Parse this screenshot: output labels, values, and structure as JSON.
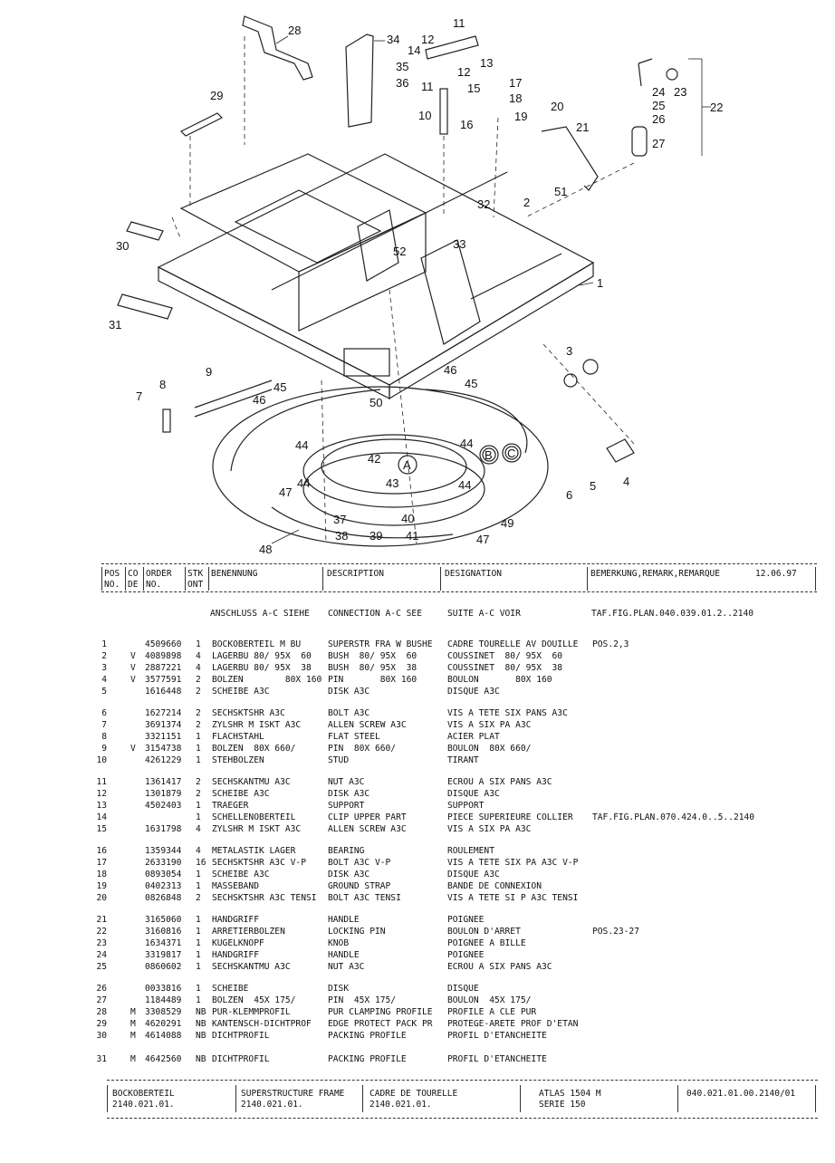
{
  "callouts": [
    "1",
    "2",
    "3",
    "4",
    "5",
    "6",
    "7",
    "8",
    "9",
    "10",
    "11",
    "12",
    "13",
    "14",
    "15",
    "16",
    "17",
    "18",
    "19",
    "20",
    "21",
    "22",
    "23",
    "24",
    "25",
    "26",
    "27",
    "28",
    "29",
    "30",
    "31",
    "32",
    "33",
    "34",
    "35",
    "36",
    "37",
    "38",
    "39",
    "40",
    "41",
    "42",
    "43",
    "44",
    "45",
    "46",
    "47",
    "48",
    "49",
    "50",
    "51",
    "52",
    "A",
    "B",
    "C"
  ],
  "header": {
    "pos": "POS",
    "no": "NO.",
    "co": "CO",
    "de": "DE",
    "order": "ORDER",
    "order_no": "NO.",
    "stk": "STK",
    "ont": "ONT",
    "benennung": "BENENNUNG",
    "description": "DESCRIPTION",
    "designation": "DESIGNATION",
    "remark": "BEMERKUNG,REMARK,REMARQUE",
    "date": "12.06.97"
  },
  "connection_line": {
    "de": "ANSCHLUSS A-C SIEHE",
    "en": "CONNECTION A-C SEE",
    "fr": "SUITE A-C VOIR",
    "ref": "TAF.FIG.PLAN.040.039.01.2..2140"
  },
  "rows": [
    {
      "pos": "1",
      "co": "",
      "order": "4509660",
      "stk": "1",
      "de": "BOCKOBERTEIL M BU",
      "en": "SUPERSTR FRA W BUSHE",
      "fr": "CADRE TOURELLE AV DOUILLE",
      "rem": "POS.2,3"
    },
    {
      "pos": "2",
      "co": "V",
      "order": "4089898",
      "stk": "4",
      "de": "LAGERBU 80/ 95X  60",
      "en": "BUSH  80/ 95X  60",
      "fr": "COUSSINET  80/ 95X  60",
      "rem": ""
    },
    {
      "pos": "3",
      "co": "V",
      "order": "2887221",
      "stk": "4",
      "de": "LAGERBU 80/ 95X  38",
      "en": "BUSH  80/ 95X  38",
      "fr": "COUSSINET  80/ 95X  38",
      "rem": ""
    },
    {
      "pos": "4",
      "co": "V",
      "order": "3577591",
      "stk": "2",
      "de": "BOLZEN        80X 160",
      "en": "PIN       80X 160",
      "fr": "BOULON       80X 160",
      "rem": ""
    },
    {
      "pos": "5",
      "co": "",
      "order": "1616448",
      "stk": "2",
      "de": "SCHEIBE A3C",
      "en": "DISK A3C",
      "fr": "DISQUE A3C",
      "rem": ""
    },
    {
      "pos": "6",
      "co": "",
      "order": "1627214",
      "stk": "2",
      "de": "SECHSKTSHR A3C",
      "en": "BOLT A3C",
      "fr": "VIS A TETE SIX PANS A3C",
      "rem": ""
    },
    {
      "pos": "7",
      "co": "",
      "order": "3691374",
      "stk": "2",
      "de": "ZYLSHR M ISKT A3C",
      "en": "ALLEN SCREW A3C",
      "fr": "VIS A SIX PA A3C",
      "rem": ""
    },
    {
      "pos": "8",
      "co": "",
      "order": "3321151",
      "stk": "1",
      "de": "FLACHSTAHL",
      "en": "FLAT STEEL",
      "fr": "ACIER PLAT",
      "rem": ""
    },
    {
      "pos": "9",
      "co": "V",
      "order": "3154738",
      "stk": "1",
      "de": "BOLZEN  80X 660/",
      "en": "PIN  80X 660/",
      "fr": "BOULON  80X 660/",
      "rem": ""
    },
    {
      "pos": "10",
      "co": "",
      "order": "4261229",
      "stk": "1",
      "de": "STEHBOLZEN",
      "en": "STUD",
      "fr": "TIRANT",
      "rem": ""
    },
    {
      "pos": "11",
      "co": "",
      "order": "1361417",
      "stk": "2",
      "de": "SECHSKANTMU A3C",
      "en": "NUT A3C",
      "fr": "ECROU A SIX PANS A3C",
      "rem": ""
    },
    {
      "pos": "12",
      "co": "",
      "order": "1301879",
      "stk": "2",
      "de": "SCHEIBE A3C",
      "en": "DISK A3C",
      "fr": "DISQUE A3C",
      "rem": ""
    },
    {
      "pos": "13",
      "co": "",
      "order": "4502403",
      "stk": "1",
      "de": "TRAEGER",
      "en": "SUPPORT",
      "fr": "SUPPORT",
      "rem": ""
    },
    {
      "pos": "14",
      "co": "",
      "order": "",
      "stk": "1",
      "de": "SCHELLENOBERTEIL",
      "en": "CLIP UPPER PART",
      "fr": "PIECE SUPERIEURE COLLIER",
      "rem": "TAF.FIG.PLAN.070.424.0..5..2140"
    },
    {
      "pos": "15",
      "co": "",
      "order": "1631798",
      "stk": "4",
      "de": "ZYLSHR M ISKT A3C",
      "en": "ALLEN SCREW A3C",
      "fr": "VIS A SIX PA A3C",
      "rem": ""
    },
    {
      "pos": "16",
      "co": "",
      "order": "1359344",
      "stk": "4",
      "de": "METALASTIK LAGER",
      "en": "BEARING",
      "fr": "ROULEMENT",
      "rem": ""
    },
    {
      "pos": "17",
      "co": "",
      "order": "2633190",
      "stk": "16",
      "de": "SECHSKTSHR A3C V-P",
      "en": "BOLT A3C V-P",
      "fr": "VIS A TETE SIX PA A3C V-P",
      "rem": ""
    },
    {
      "pos": "18",
      "co": "",
      "order": "0893054",
      "stk": "1",
      "de": "SCHEIBE A3C",
      "en": "DISK A3C",
      "fr": "DISQUE A3C",
      "rem": ""
    },
    {
      "pos": "19",
      "co": "",
      "order": "0402313",
      "stk": "1",
      "de": "MASSEBAND",
      "en": "GROUND STRAP",
      "fr": "BANDE DE CONNEXION",
      "rem": ""
    },
    {
      "pos": "20",
      "co": "",
      "order": "0826848",
      "stk": "2",
      "de": "SECHSKTSHR A3C TENSI",
      "en": "BOLT A3C TENSI",
      "fr": "VIS A TETE SI P A3C TENSI",
      "rem": ""
    },
    {
      "pos": "21",
      "co": "",
      "order": "3165060",
      "stk": "1",
      "de": "HANDGRIFF",
      "en": "HANDLE",
      "fr": "POIGNEE",
      "rem": ""
    },
    {
      "pos": "22",
      "co": "",
      "order": "3160816",
      "stk": "1",
      "de": "ARRETIERBOLZEN",
      "en": "LOCKING PIN",
      "fr": "BOULON D'ARRET",
      "rem": "POS.23-27"
    },
    {
      "pos": "23",
      "co": "",
      "order": "1634371",
      "stk": "1",
      "de": "KUGELKNOPF",
      "en": "KNOB",
      "fr": "POIGNEE A BILLE",
      "rem": ""
    },
    {
      "pos": "24",
      "co": "",
      "order": "3319817",
      "stk": "1",
      "de": "HANDGRIFF",
      "en": "HANDLE",
      "fr": "POIGNEE",
      "rem": ""
    },
    {
      "pos": "25",
      "co": "",
      "order": "0860602",
      "stk": "1",
      "de": "SECHSKANTMU A3C",
      "en": "NUT A3C",
      "fr": "ECROU A SIX PANS A3C",
      "rem": ""
    },
    {
      "pos": "26",
      "co": "",
      "order": "0033816",
      "stk": "1",
      "de": "SCHEIBE",
      "en": "DISK",
      "fr": "DISQUE",
      "rem": ""
    },
    {
      "pos": "27",
      "co": "",
      "order": "1184489",
      "stk": "1",
      "de": "BOLZEN  45X 175/",
      "en": "PIN  45X 175/",
      "fr": "BOULON  45X 175/",
      "rem": ""
    },
    {
      "pos": "28",
      "co": "M",
      "order": "3308529",
      "stk": "NB",
      "de": "PUR-KLEMMPROFIL",
      "en": "PUR CLAMPING PROFILE",
      "fr": "PROFILE A CLE PUR",
      "rem": ""
    },
    {
      "pos": "29",
      "co": "M",
      "order": "4620291",
      "stk": "NB",
      "de": "KANTENSCH-DICHTPROF",
      "en": "EDGE PROTECT PACK PR",
      "fr": "PROTEGE-ARETE PROF D'ETAN",
      "rem": ""
    },
    {
      "pos": "30",
      "co": "M",
      "order": "4614088",
      "stk": "NB",
      "de": "DICHTPROFIL",
      "en": "PACKING PROFILE",
      "fr": "PROFIL D'ETANCHEITE",
      "rem": ""
    },
    {
      "pos": "31",
      "co": "M",
      "order": "4642560",
      "stk": "NB",
      "de": "DICHTPROFIL",
      "en": "PACKING PROFILE",
      "fr": "PROFIL D'ETANCHEITE",
      "rem": ""
    }
  ],
  "footer": {
    "de_name": "BOCKOBERTEIL",
    "de_no": "2140.021.01.",
    "en_name": "SUPERSTRUCTURE FRAME",
    "en_no": "2140.021.01.",
    "fr_name": "CADRE DE TOURELLE",
    "fr_no": "2140.021.01.",
    "model": "ATLAS 1504 M",
    "series": "SERIE 150",
    "doc_no": "040.021.01.00.2140/01"
  }
}
